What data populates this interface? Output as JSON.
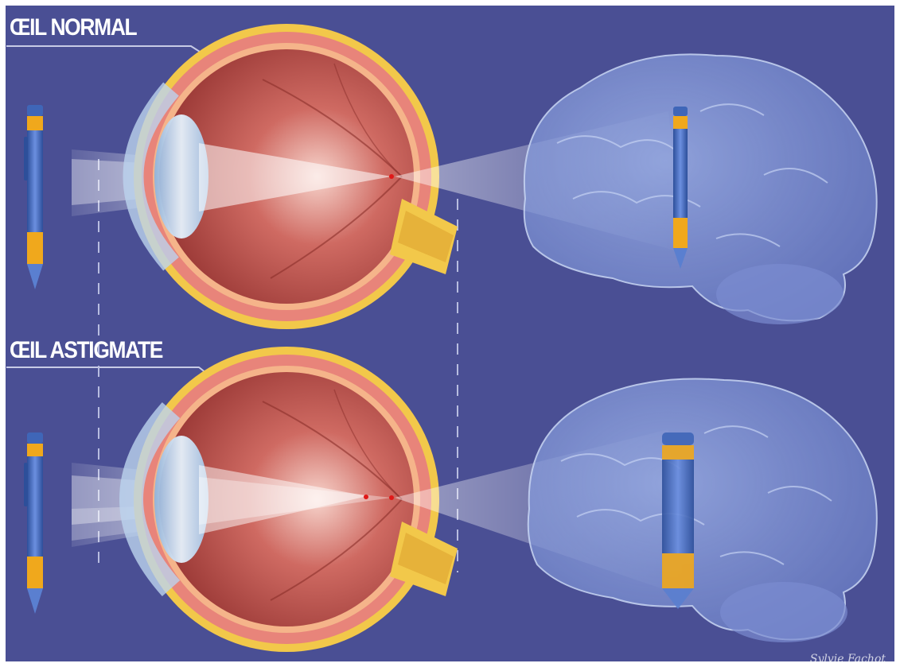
{
  "labels": {
    "normal_eye": "ŒIL NORMAL",
    "astigmatic_eye": "ŒIL ASTIGMATE"
  },
  "signature": "Sylvie Fachot",
  "colors": {
    "background": "#4a4f94",
    "sclera": "#f2c84a",
    "choroid": "#e8847a",
    "eye_interior": "#b9504a",
    "lens": "#b8d6f0",
    "brain": "#8fa6e0",
    "pen_body": "#3f66b8",
    "pen_band": "#f0a81c",
    "focus_point": "#e01818"
  }
}
